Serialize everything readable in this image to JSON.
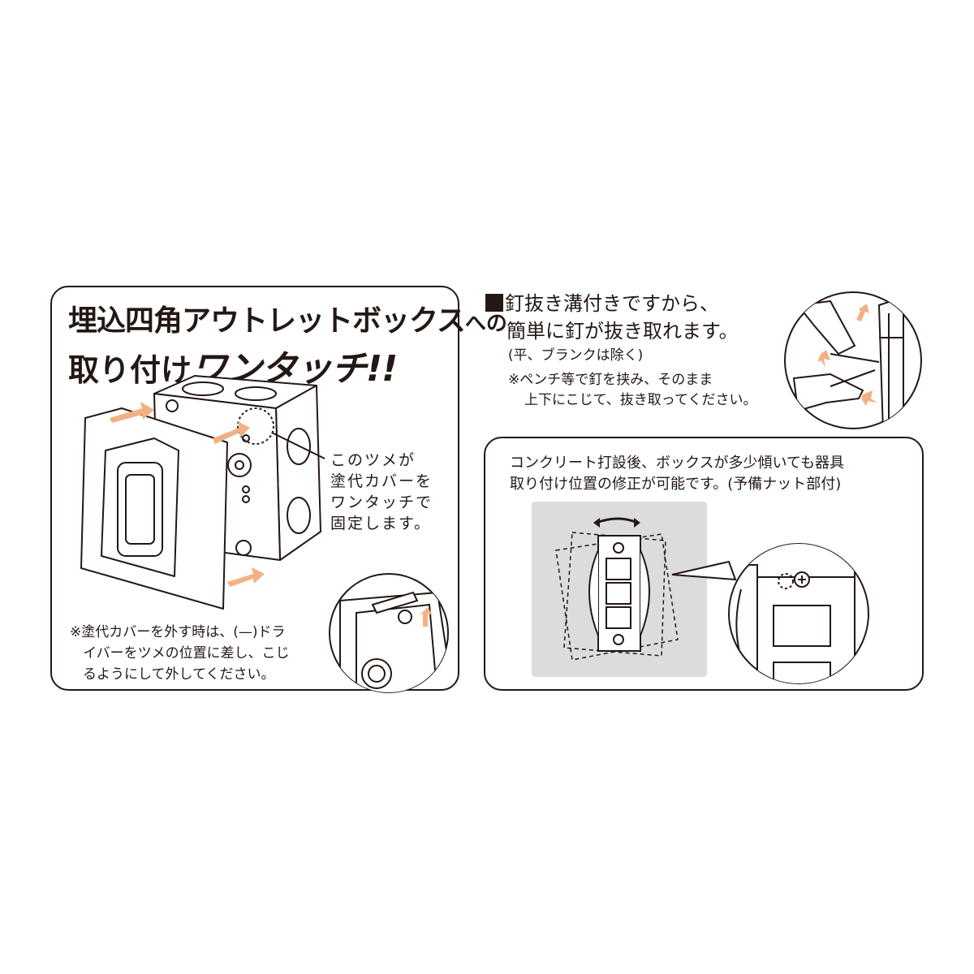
{
  "left_panel": {
    "title_line1_main": "埋込四角アウトレットボックス",
    "title_line1_small": "への",
    "title_line2_main": "取り付け",
    "title_line2_emph": "ワンタッチ!!",
    "callout": [
      "このツメが",
      "塗代カバーを",
      "ワンタッチで",
      "固定します。"
    ],
    "note": [
      "※塗代カバーを外す時は、(—)ドラ",
      "イバーをツメの位置に差し、こじ",
      "るようにして外してください。"
    ]
  },
  "top_right": {
    "heading": [
      "釘抜き溝付きですから、",
      "簡単に釘が抜き取れます。"
    ],
    "exception": "(平、ブランクは除く)",
    "note": [
      "※ペンチ等で釘を挟み、そのまま",
      "上下にこじて、抜き取ってください。"
    ]
  },
  "right_panel": {
    "text": [
      "コンクリート打設後、ボックスが多少傾いても器具",
      "取り付け位置の修正が可能です。(予備ナット部付)"
    ]
  },
  "colors": {
    "ink": "#231815",
    "arrow": "#f3b183",
    "gray_panel": "#dcdcdc"
  }
}
